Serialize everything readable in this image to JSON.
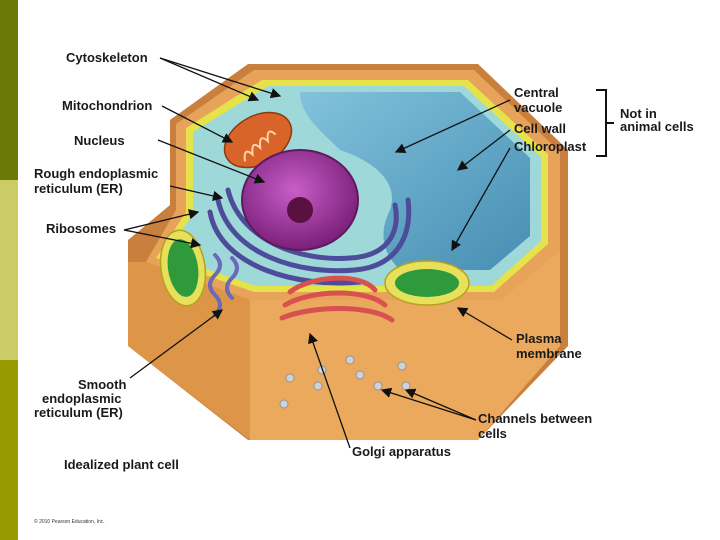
{
  "labels": {
    "cytoskeleton": "Cytoskeleton",
    "mitochondrion": "Mitochondrion",
    "nucleus": "Nucleus",
    "rough_er_line1": "Rough endoplasmic",
    "rough_er_line2": "reticulum (ER)",
    "ribosomes": "Ribosomes",
    "smooth_er_line1": "Smooth",
    "smooth_er_line2": "endoplasmic",
    "smooth_er_line3": "reticulum (ER)",
    "central_vacuole_line1": "Central",
    "central_vacuole_line2": "vacuole",
    "cell_wall": "Cell wall",
    "chloroplast": "Chloroplast",
    "not_in_animal_line1": "Not in",
    "not_in_animal_line2": "animal cells",
    "plasma_membrane_line1": "Plasma",
    "plasma_membrane_line2": "membrane",
    "channels_line1": "Channels between",
    "channels_line2": "cells",
    "golgi": "Golgi apparatus",
    "caption": "Idealized plant cell",
    "copyright": "© 2010 Pearson Education, Inc."
  },
  "colors": {
    "sidebar_dark": "#6b7a06",
    "sidebar_light": "#cccc66",
    "sidebar_olive": "#999900",
    "cell_wall": "#e8a35a",
    "cell_wall_dark": "#c9803e",
    "plasma_membrane": "#e5e24a",
    "cytoplasm": "#9fd8d8",
    "vacuole": "#5aa6c8",
    "nucleus": "#9b3a9b",
    "mitochondrion": "#d8642a",
    "chloroplast": "#2e9a3c",
    "golgi": "#d85050",
    "er": "#4c4c9a"
  }
}
